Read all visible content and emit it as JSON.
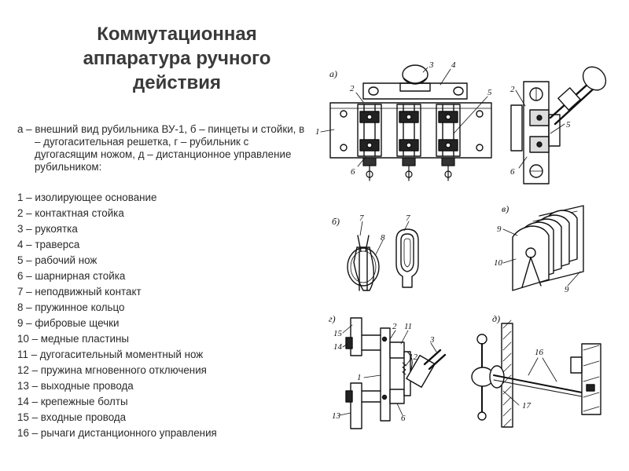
{
  "title": "Коммутационная аппаратура ручного действия",
  "description": "а – внешний вид рубильника ВУ-1, б – пинцеты и стойки, в – дугогасительная решетка, г – рубильник с дугогасящим ножом, д – дистанционное управление рубильником:",
  "legend": [
    "1 – изолирующее основание",
    "2 – контактная стойка",
    "3 – рукоятка",
    "4 – траверса",
    "5 – рабочий нож",
    "6 – шарнирная стойка",
    "7 – неподвижный контакт",
    "8 – пружинное кольцо",
    "9 – фибровые щечки",
    "10 – медные пластины",
    "11 – дугогасительный моментный нож",
    "12 – пружина мгновенного отключения",
    "13 – выходные провода",
    "14 – крепежные болты",
    "15 – входные провода",
    "16 – рычаги дистанционного управления"
  ],
  "panels": {
    "a": "а)",
    "b": "б)",
    "v": "в)",
    "g": "г)",
    "d": "д)"
  },
  "callouts": {
    "a_front": [
      "1",
      "2",
      "3",
      "4",
      "5",
      "6"
    ],
    "a_side": [
      "2",
      "5",
      "6"
    ],
    "b": [
      "7",
      "8",
      "7"
    ],
    "v": [
      "9",
      "10",
      "9"
    ],
    "g": [
      "15",
      "14",
      "2",
      "11",
      "3",
      "12",
      "1",
      "13",
      "6"
    ],
    "d": [
      "16",
      "17"
    ]
  }
}
